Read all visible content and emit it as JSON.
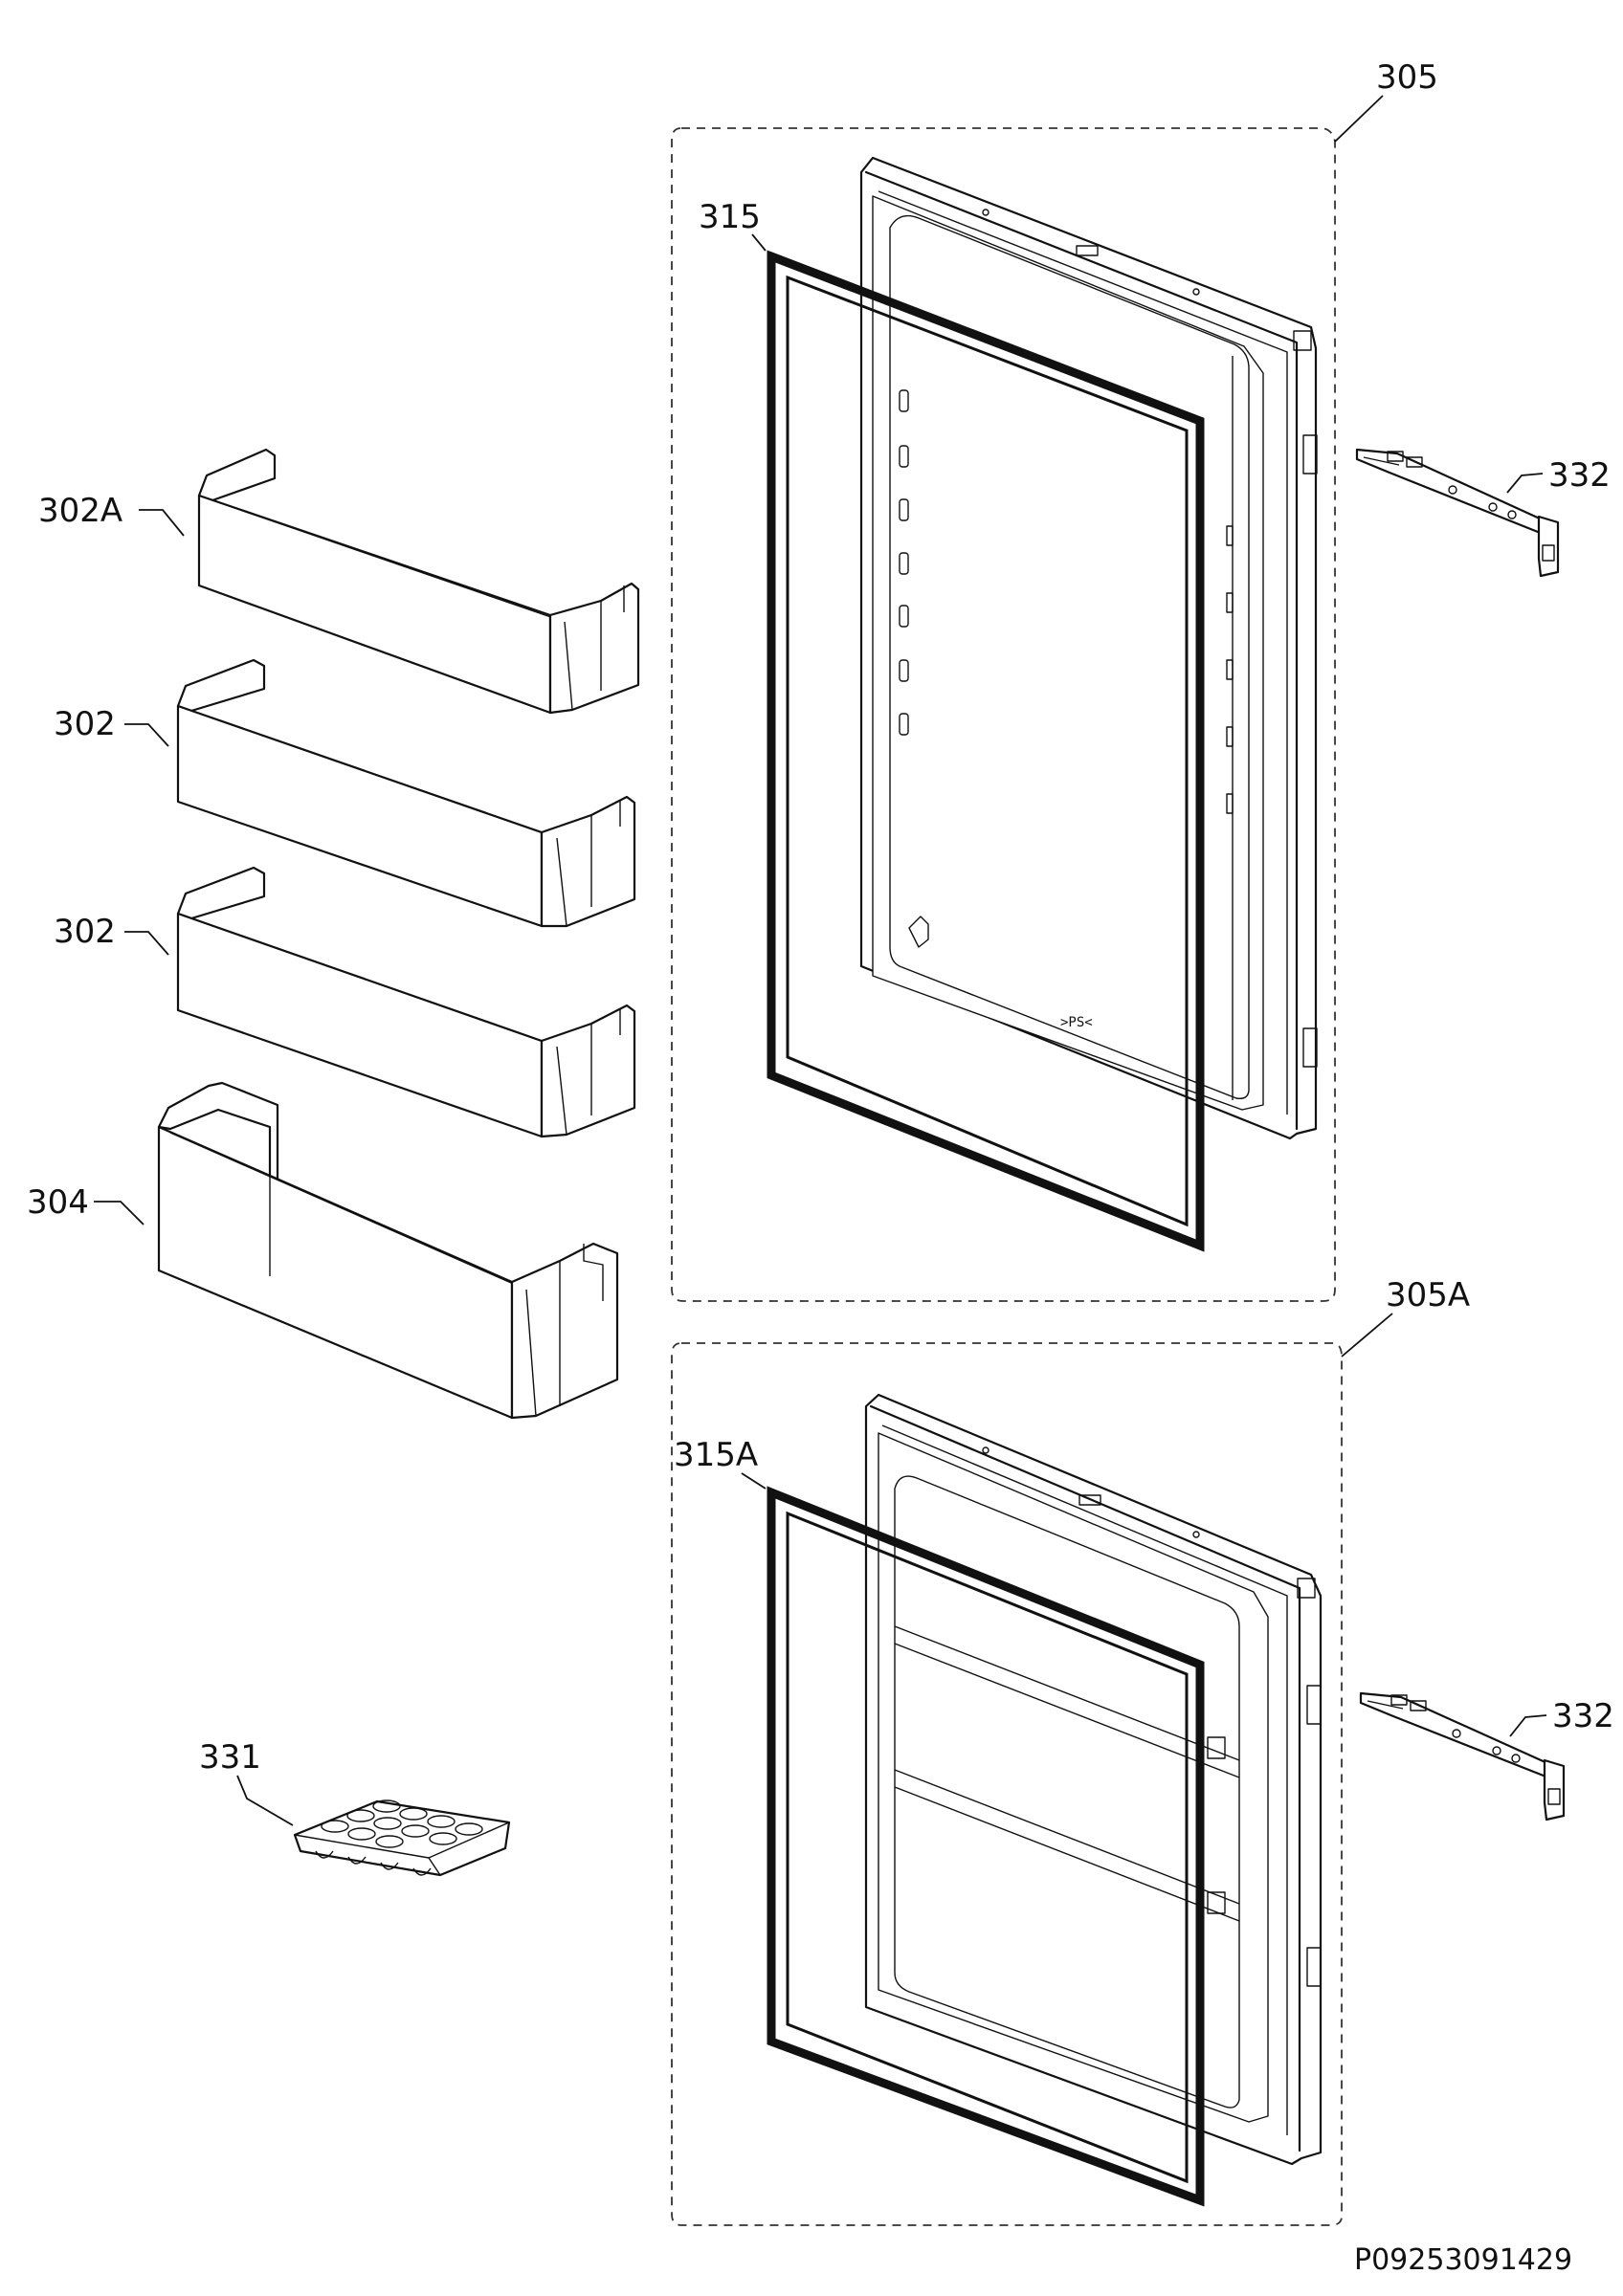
{
  "diagram": {
    "drawing_number": "P09253091429",
    "callouts": {
      "upper_door_assembly": "305",
      "upper_door_gasket": "315",
      "lower_door_assembly": "305A",
      "lower_door_gasket": "315A",
      "hinge_upper": "332",
      "hinge_lower": "332",
      "balcony_top": "302A",
      "balcony_2": "302",
      "balcony_3": "302",
      "bottle_shelf": "304",
      "egg_tray": "331"
    }
  }
}
